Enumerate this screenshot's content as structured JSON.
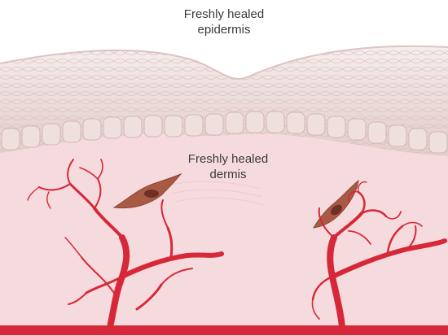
{
  "labels": {
    "epidermis": {
      "line1": "Freshly healed",
      "line2": "epidermis"
    },
    "dermis": {
      "line1": "Freshly healed",
      "line2": "dermis"
    }
  },
  "colors": {
    "background": "#ffffff",
    "epidermis_top": "#f1e6e5",
    "epidermis_mid": "#ead6d3",
    "basal_layer": "#e6cfcc",
    "dermis": "#f6dbde",
    "vessel": "#d62838",
    "fibroblast": "#a85a45",
    "fibroblast_nucleus": "#6e2f27",
    "text": "#3b3b3b"
  }
}
